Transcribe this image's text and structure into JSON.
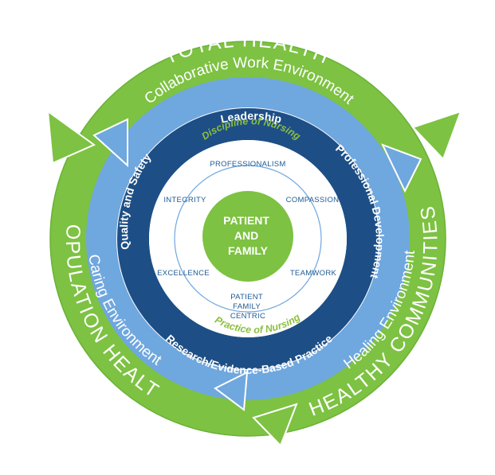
{
  "colors": {
    "outer_ring": "#7dc242",
    "middle_ring": "#6fa7df",
    "inner_ring": "#1d4f86",
    "core": "#ffffff",
    "center": "#7dc242",
    "value_text": "#1e5a94",
    "green_text": "#8cbf3f"
  },
  "outer_ring": {
    "top": "TOTAL HEALTH",
    "left": "POPULATION HEALTH",
    "right": "HEALTHY COMMUNITIES"
  },
  "middle_ring": {
    "top": "Collaborative Work Environment",
    "left": "Caring Environment",
    "right": "Healing Environment"
  },
  "inner_ring": {
    "top": "Leadership",
    "left": "Quality and Safety",
    "right": "Professional Development",
    "bottom": "Research/Evidence-Based Practice"
  },
  "core": {
    "top_label": "Discipline of Nursing",
    "bottom_label": "Practice of Nursing",
    "values": {
      "professionalism": "PROFESSIONALISM",
      "integrity": "INTEGRITY",
      "compassion": "COMPASSION",
      "excellence": "EXCELLENCE",
      "teamwork": "TEAMWORK",
      "patient_family_centric": [
        "PATIENT",
        "FAMILY",
        "CENTRIC"
      ]
    }
  },
  "center": {
    "lines": [
      "PATIENT",
      "AND",
      "FAMILY"
    ]
  }
}
